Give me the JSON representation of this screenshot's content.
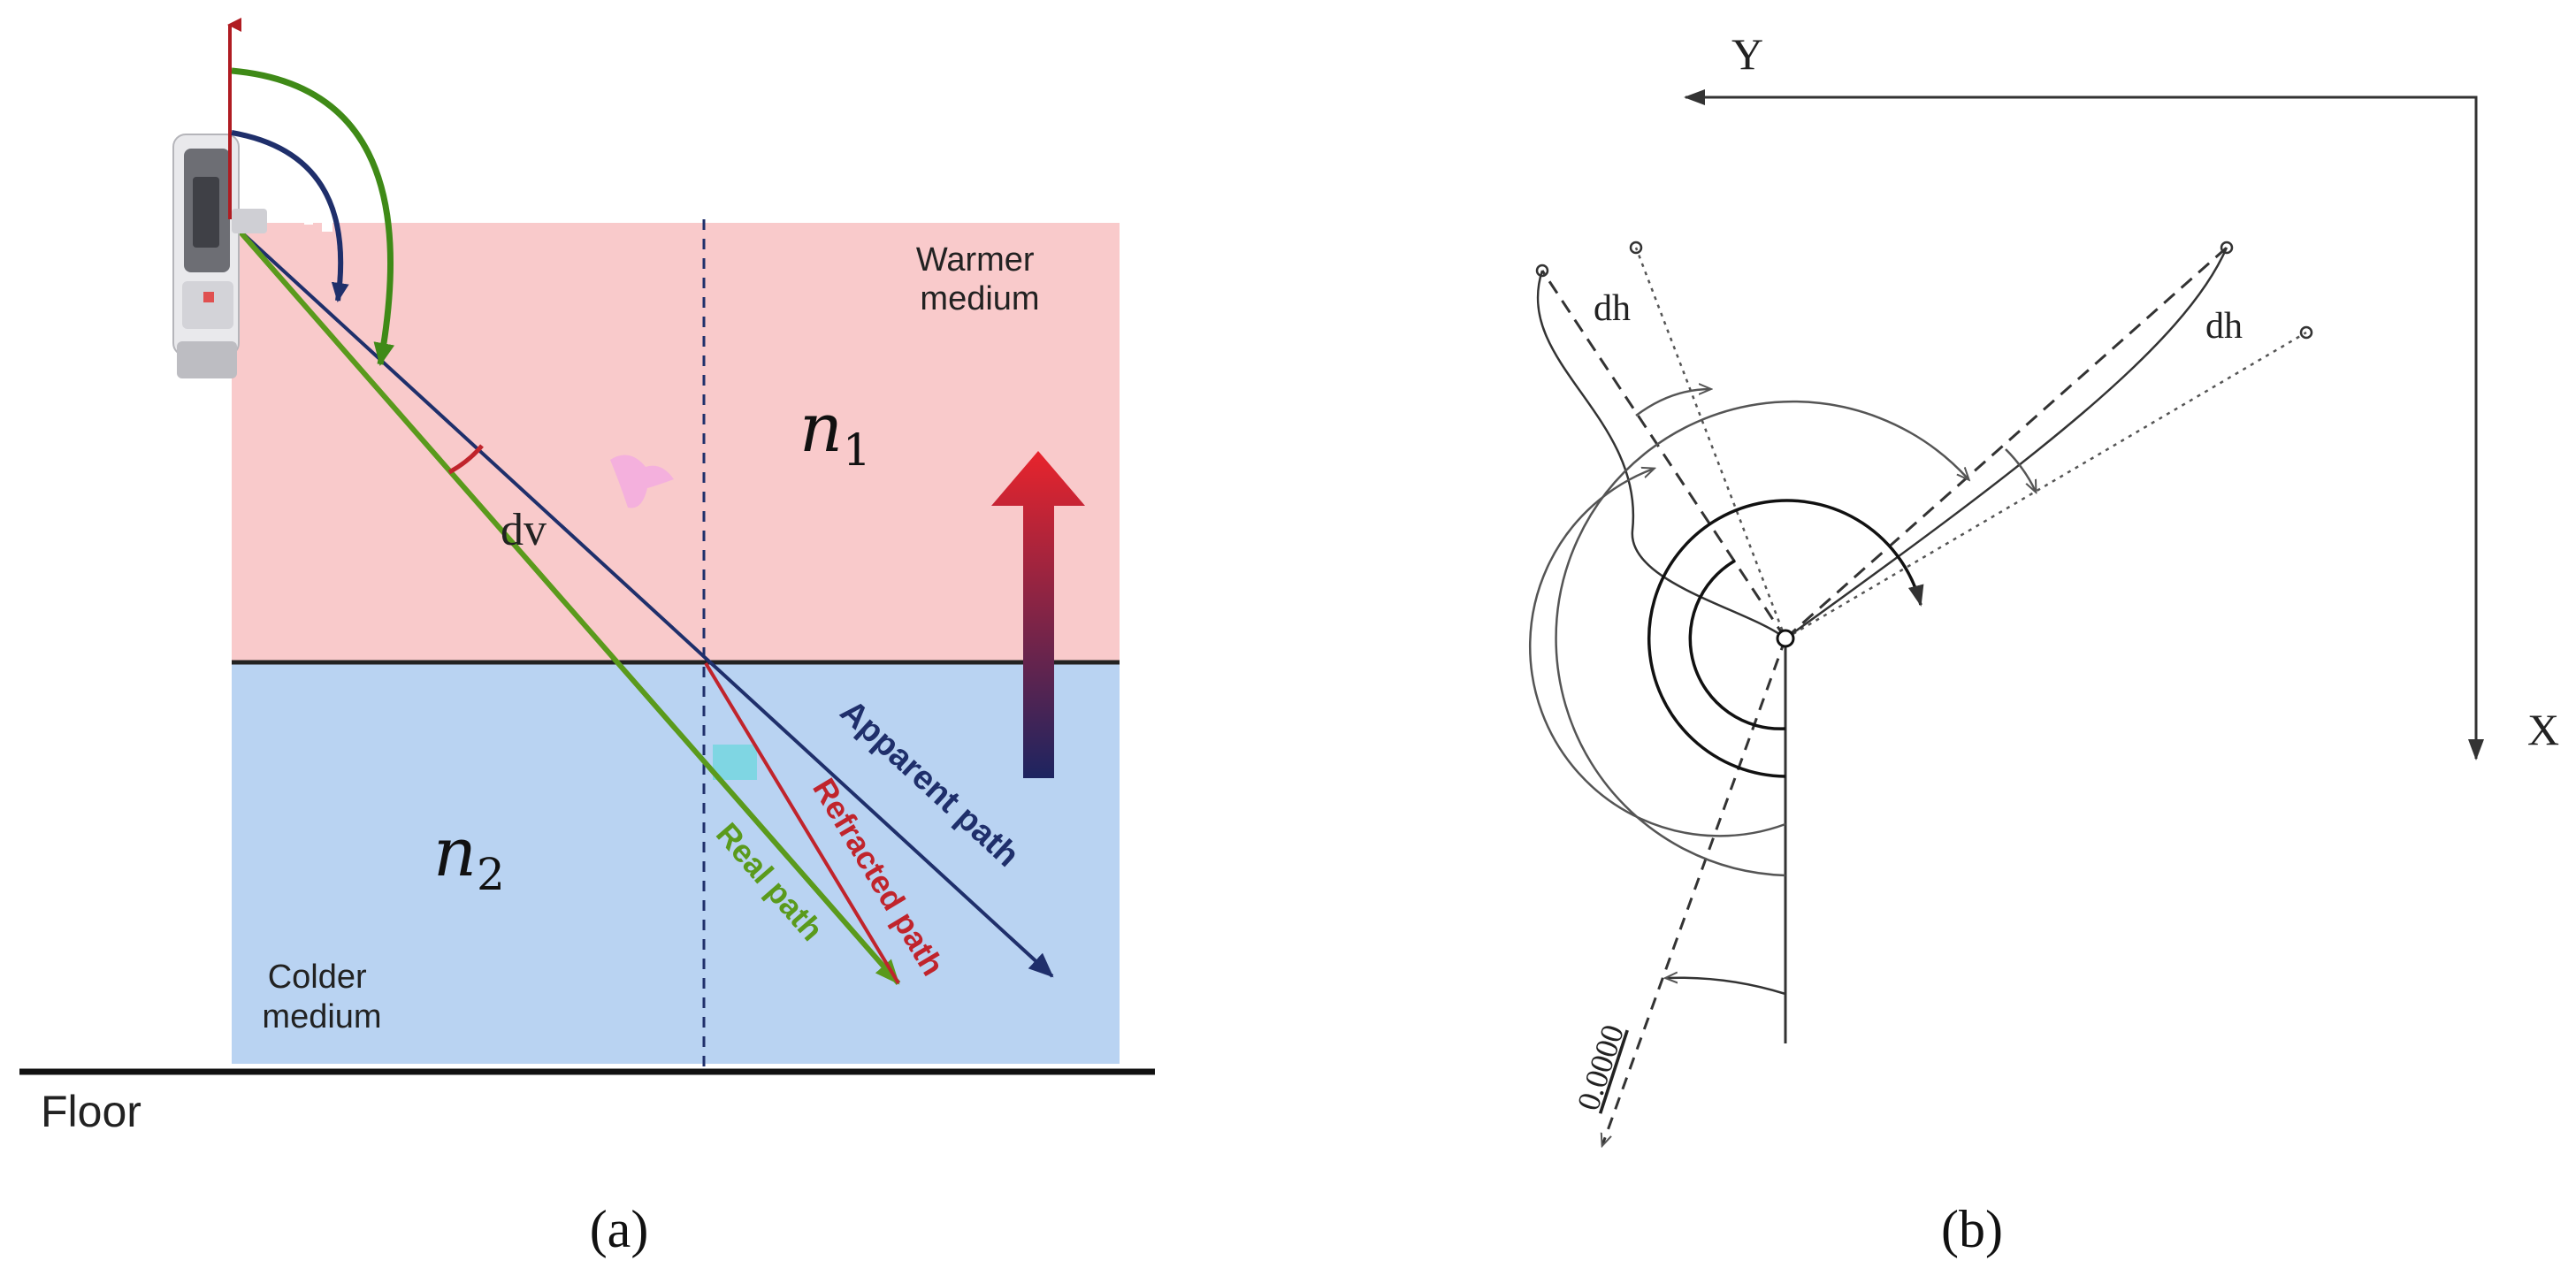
{
  "panel_a": {
    "warmer_line1": "Warmer",
    "warmer_line2": "medium",
    "colder_line1": "Colder",
    "colder_line2": "medium",
    "floor": "Floor",
    "n1": "n",
    "n1_sub": "1",
    "n2": "n",
    "n2_sub": "2",
    "dv": "dv",
    "apparent_path": "Apparent path",
    "refracted_path": "Refracted path",
    "real_path": "Real path",
    "caption": "(a)",
    "colors": {
      "warm_fill": "#f9cacb",
      "cold_fill": "#b9d3f2",
      "apparent": "#1f2f6b",
      "real": "#5a9a1c",
      "refracted": "#c0242c",
      "up_arrow_top": "#e8242c",
      "up_arrow_bottom": "#1d2460"
    },
    "icons": [
      "total-station-icon",
      "warming-up-arrow-icon"
    ]
  },
  "panel_b": {
    "axis_y": "Y",
    "axis_x": "X",
    "dh_left": "dh",
    "dh_right": "dh",
    "zero_label": "0.0000",
    "caption": "(b)"
  }
}
